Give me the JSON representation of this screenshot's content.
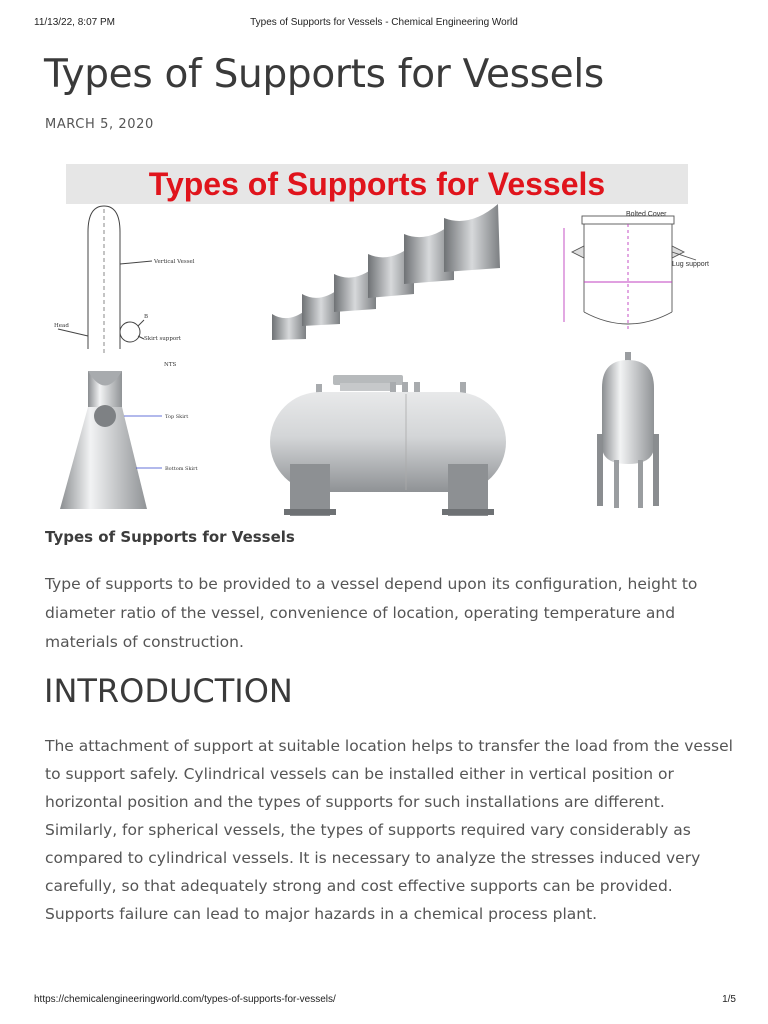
{
  "print_header": {
    "datetime": "11/13/22, 8:07 PM",
    "page_title": "Types of Supports for Vessels - Chemical Engineering World"
  },
  "article": {
    "title": "Types of Supports for Vessels",
    "date": "MARCH 5, 2020",
    "figure": {
      "banner": "Types of Supports for Vessels",
      "labels": {
        "vertical_vessel": "Vertical Vessel",
        "b": "B",
        "head": "Head",
        "skirt_support": "Skirt support",
        "nts": "NTS",
        "top_skirt": "Top Skirt",
        "bottom_skirt": "Bottom Skirt",
        "bolted_cover": "Bolted Cover",
        "lug_support": "Lug support"
      }
    },
    "caption": "Types of Supports for Vessels",
    "intro_paragraph": "Type of supports to be provided to a vessel depend upon its configuration, height to diameter ratio of the vessel, convenience of location, operating temperature and materials of construction.",
    "section_heading": "INTRODUCTION",
    "section_paragraph": "The attachment of support at suitable location helps to transfer the load from the vessel to support safely. Cylindrical vessels can be installed either in vertical position or horizontal position and the types of supports for such installations are different. Similarly, for spherical vessels, the types of supports required vary considerably as compared to cylindrical vessels. It is necessary to analyze the stresses induced very carefully, so that adequately strong and cost effective supports can be provided. Supports failure can lead to major hazards in a chemical process plant."
  },
  "print_footer": {
    "url": "https://chemicalengineeringworld.com/types-of-supports-for-vessels/",
    "page": "1/5"
  },
  "colors": {
    "banner_red": "#e0141c",
    "banner_bg": "#e6e6e6",
    "metal": "#c9ccce",
    "text": "#555555"
  }
}
